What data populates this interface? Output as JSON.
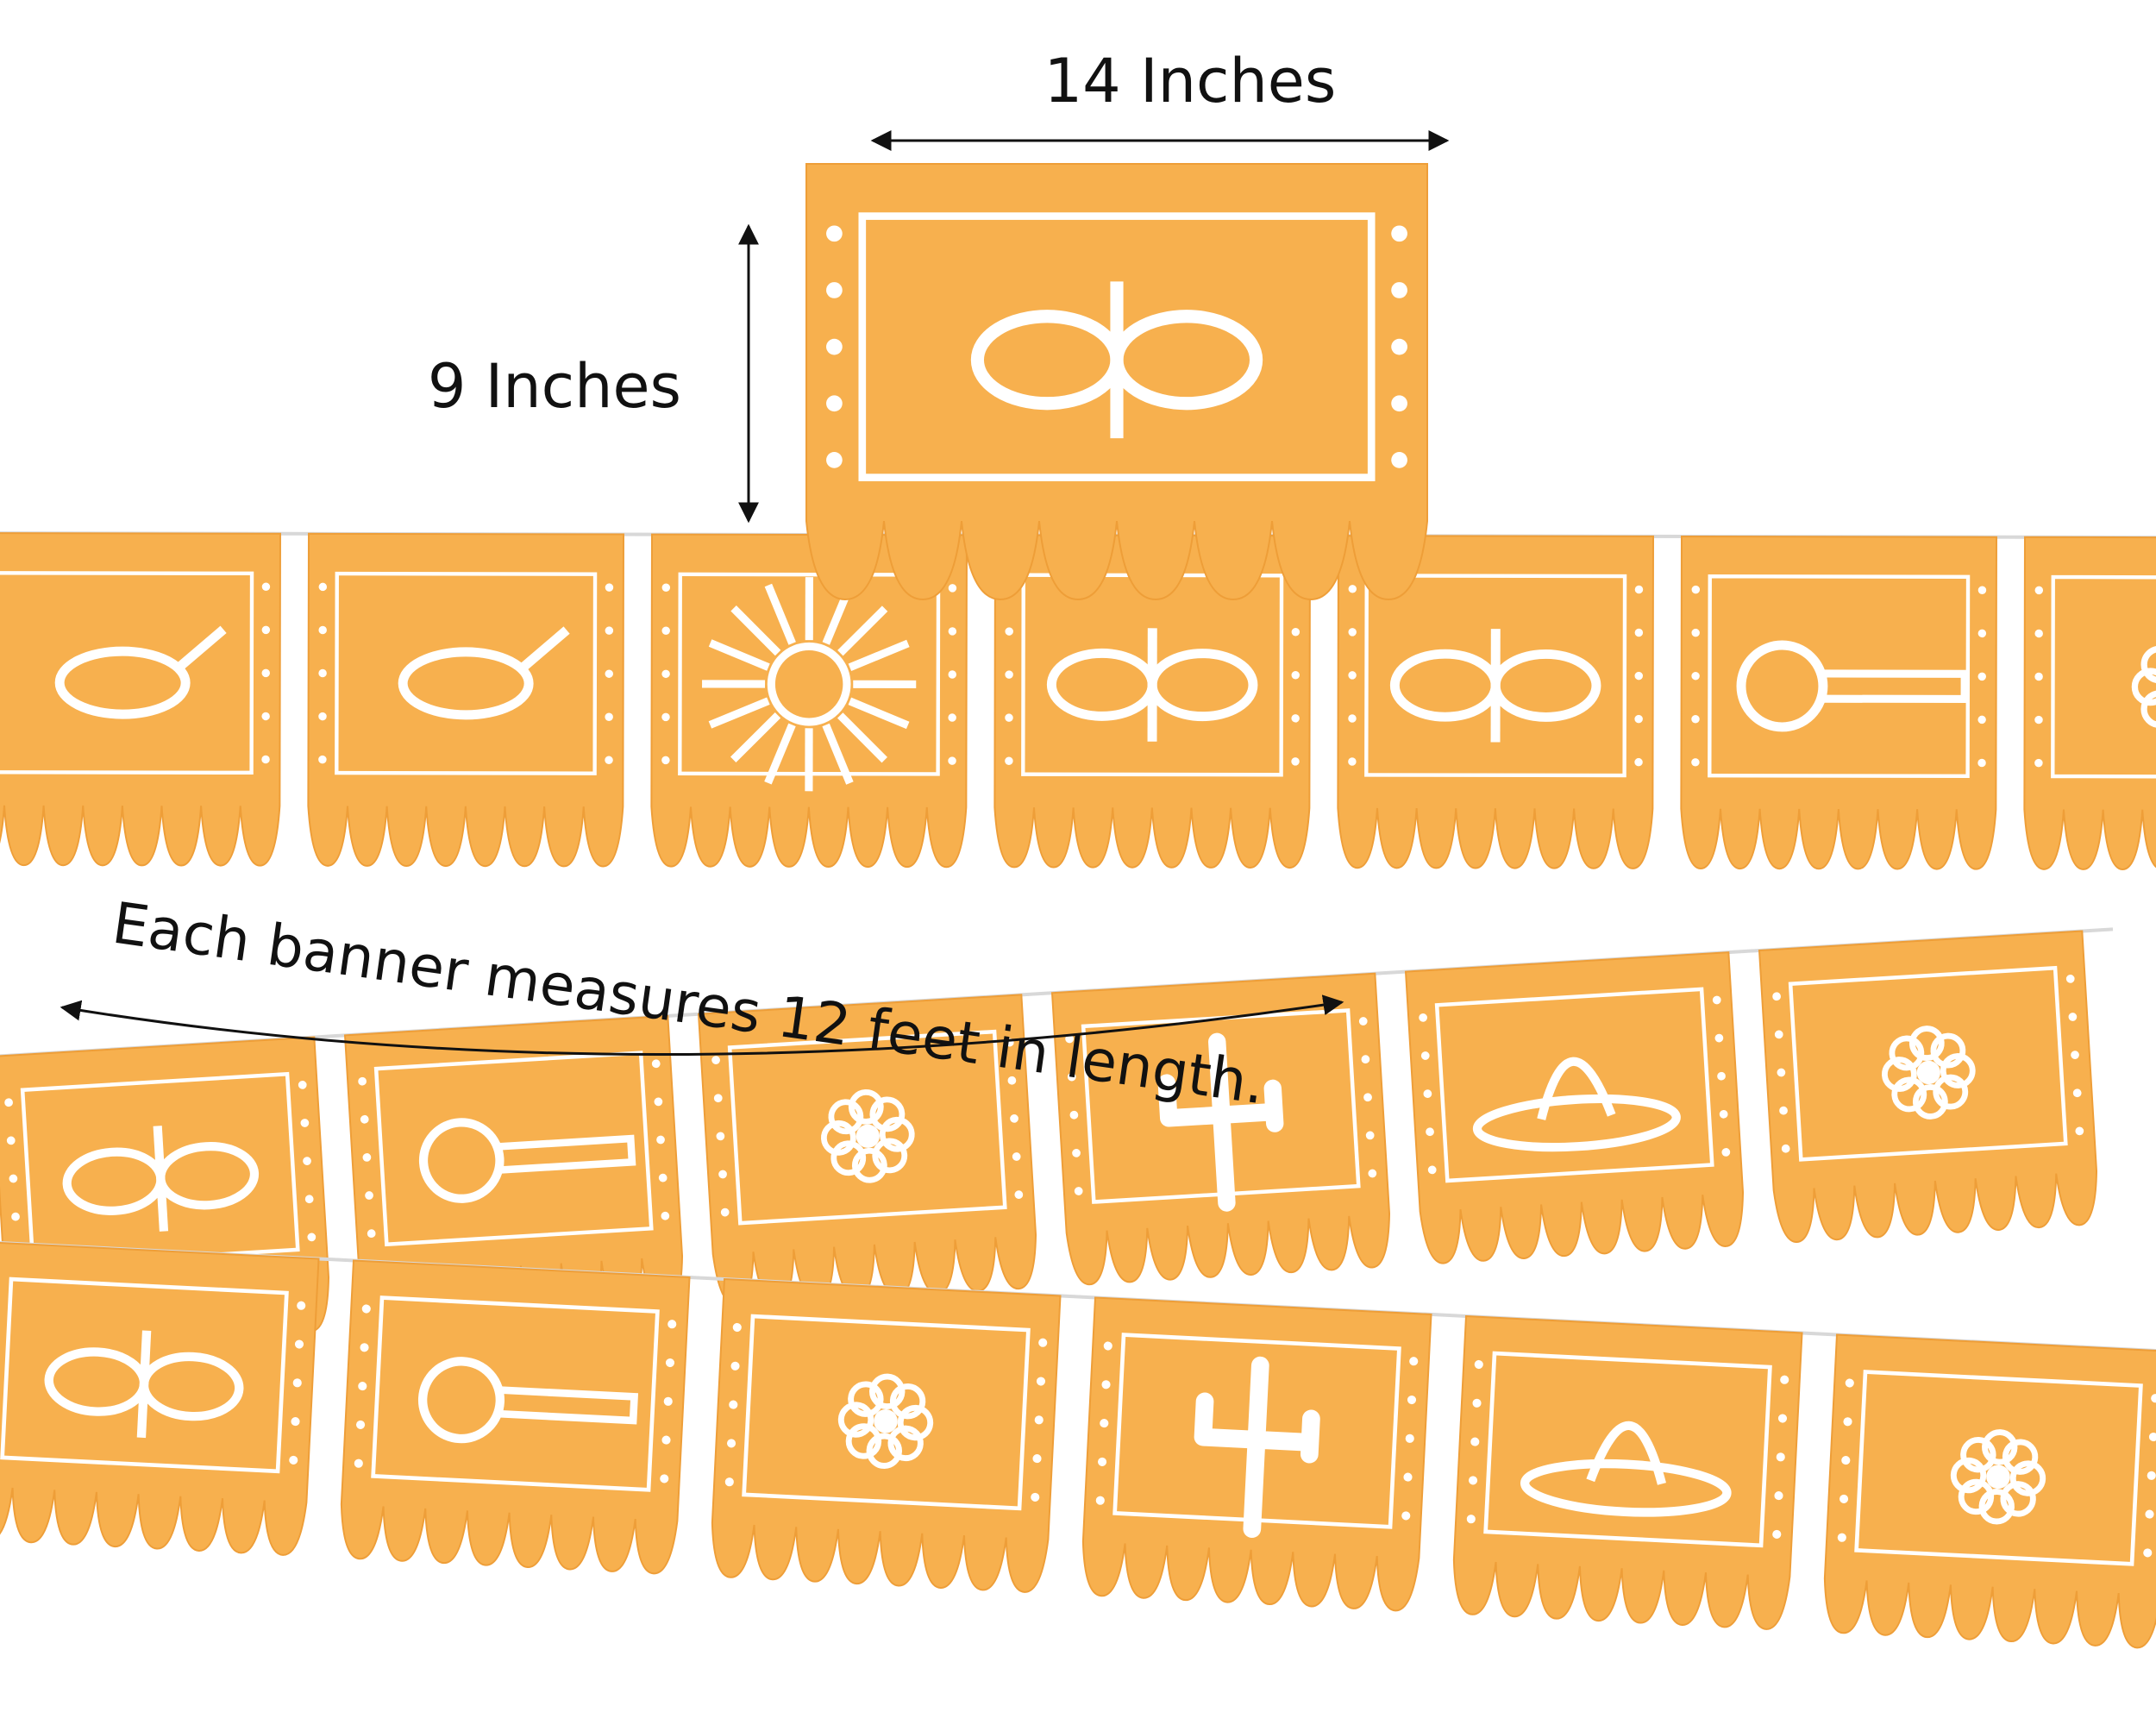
{
  "labels": {
    "width": "14 Inches",
    "height": "9 Inches",
    "length": "Each banner measures 12 feet in length."
  },
  "colors": {
    "banner": "#F7B04E",
    "banner_edge": "#EE9E38",
    "cutout": "#FFFFFF",
    "text": "#111111",
    "string": "#D8D8D8"
  },
  "motifs": {
    "featured": "butterfly-icon",
    "row1": [
      "bird-icon",
      "bird-icon",
      "sun-icon",
      "butterfly-icon",
      "butterfly-icon",
      "guitar-icon",
      "flower-icon"
    ],
    "row2": [
      "butterfly-icon",
      "guitar-icon",
      "flower-icon",
      "cactus-icon",
      "sombrero-icon",
      "flower-icon"
    ],
    "row3": [
      "butterfly-icon",
      "guitar-icon",
      "flower-icon",
      "cactus-icon",
      "sombrero-icon",
      "flower-icon"
    ]
  }
}
